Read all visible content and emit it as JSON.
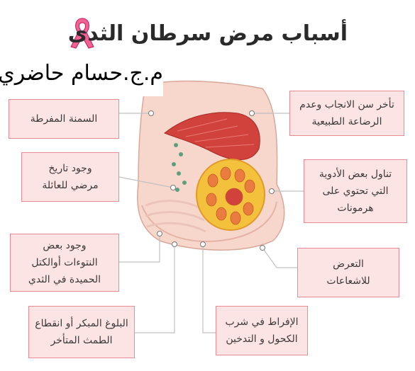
{
  "title": "أسباب مرض سرطان الثدى",
  "author": "م.ج.حسام حاضري",
  "colors": {
    "box_fill": "#fde4e4",
    "box_border": "#e88b94",
    "muscle": "#d2423c",
    "gland": "#f4c13c",
    "skin": "#f5cfc2"
  },
  "icons": {
    "ribbon": "pink-ribbon-icon"
  },
  "causes": [
    {
      "id": "obesity",
      "lines": [
        "السمنة المفرطة"
      ]
    },
    {
      "id": "family-history",
      "lines": [
        "وجود تاريخ",
        "مرضي للعائلة"
      ]
    },
    {
      "id": "benign-lumps",
      "lines": [
        "وجود بعض",
        "النتوءات أوالكتل",
        "الحميدة في الثدي"
      ]
    },
    {
      "id": "early-puberty",
      "lines": [
        "البلوغ المبكر أو انقطاع",
        "الطمث المتأخر"
      ]
    },
    {
      "id": "late-childbearing",
      "lines": [
        "تأخر سن الانجاب وعدم",
        "الرضاعة الطبيعية"
      ]
    },
    {
      "id": "hormone-drugs",
      "lines": [
        "تناول بعض الأدوية",
        "التي تحتوي على",
        "هرمونات"
      ]
    },
    {
      "id": "radiation",
      "lines": [
        "التعرض",
        "للاشعاعات"
      ]
    },
    {
      "id": "alcohol-smoking",
      "lines": [
        "الإفراط في شرب",
        "الكحول و التدخين"
      ]
    }
  ]
}
